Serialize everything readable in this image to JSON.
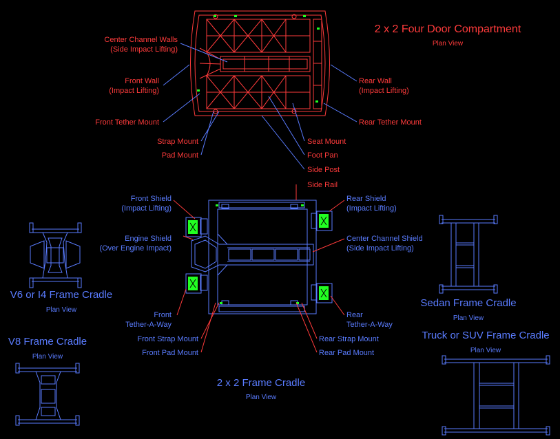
{
  "colors": {
    "background": "#000000",
    "red": "#ff3b3b",
    "blue": "#5a7cff",
    "green": "#22ff22"
  },
  "compartment": {
    "title": "2 x 2 Four Door Compartment",
    "subtitle": "Plan View",
    "labels": {
      "center_walls_1": "Center Channel Walls",
      "center_walls_2": "(Side Impact Lifting)",
      "front_wall_1": "Front Wall",
      "front_wall_2": "(Impact Lifting)",
      "front_tether": "Front Tether Mount",
      "strap_mount": "Strap Mount",
      "pad_mount": "Pad Mount",
      "rear_wall_1": "Rear Wall",
      "rear_wall_2": "(Impact Lifting)",
      "rear_tether": "Rear Tether Mount",
      "seat_mount": "Seat Mount",
      "foot_pan": "Foot Pan",
      "side_post": "Side Post"
    }
  },
  "cradle": {
    "title": "2 x 2 Frame Cradle",
    "subtitle": "Plan View",
    "labels": {
      "side_rail": "Side Rail",
      "front_shield_1": "Front Shield",
      "front_shield_2": "(Impact Lifting)",
      "rear_shield_1": "Rear Shield",
      "rear_shield_2": "(Impact Lifting)",
      "engine_shield_1": "Engine Shield",
      "engine_shield_2": "(Over Engine Impact)",
      "center_shield_1": "Center Channel Shield",
      "center_shield_2": "(Side Impact Lifting)",
      "front_tether_1": "Front",
      "front_tether_2": "Tether-A-Way",
      "rear_tether_1": "Rear",
      "rear_tether_2": "Tether-A-Way",
      "front_strap": "Front Strap Mount",
      "front_pad": "Front Pad Mount",
      "rear_strap": "Rear Strap Mount",
      "rear_pad": "Rear Pad Mount"
    }
  },
  "v6": {
    "title": "V6 or I4 Frame Cradle",
    "subtitle": "Plan View"
  },
  "v8": {
    "title": "V8 Frame Cradle",
    "subtitle": "Plan View"
  },
  "sedan": {
    "title": "Sedan Frame Cradle",
    "subtitle": "Plan View"
  },
  "truck": {
    "title": "Truck or SUV Frame Cradle",
    "subtitle": "Plan View"
  }
}
